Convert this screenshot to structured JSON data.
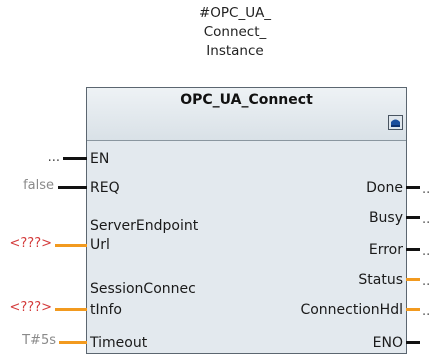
{
  "instance": {
    "line1": "#OPC_UA_",
    "line2": "Connect_",
    "line3": "Instance"
  },
  "block": {
    "title": "OPC_UA_Connect",
    "icon": "block-info-icon"
  },
  "inputs": [
    {
      "label": "EN",
      "value": "..."
    },
    {
      "label": "REQ",
      "value": "false"
    },
    {
      "label_line1": "ServerEndpoint",
      "label_line2": "Url",
      "value": "<???>"
    },
    {
      "label_line1": "SessionConnec",
      "label_line2": "tInfo",
      "value": "<???>"
    },
    {
      "label": "Timeout",
      "value": "T#5s"
    }
  ],
  "outputs": [
    {
      "label": "Done",
      "value": ".."
    },
    {
      "label": "Busy",
      "value": ".."
    },
    {
      "label": "Error",
      "value": ".."
    },
    {
      "label": "Status",
      "value": ".."
    },
    {
      "label": "ConnectionHdl",
      "value": ".."
    },
    {
      "label": "ENO",
      "value": ""
    }
  ],
  "colors": {
    "bool_wire": "#111111",
    "complex_wire": "#f29a1f",
    "unassigned_value": "#d43c3c",
    "default_value": "#8a8a8a"
  }
}
